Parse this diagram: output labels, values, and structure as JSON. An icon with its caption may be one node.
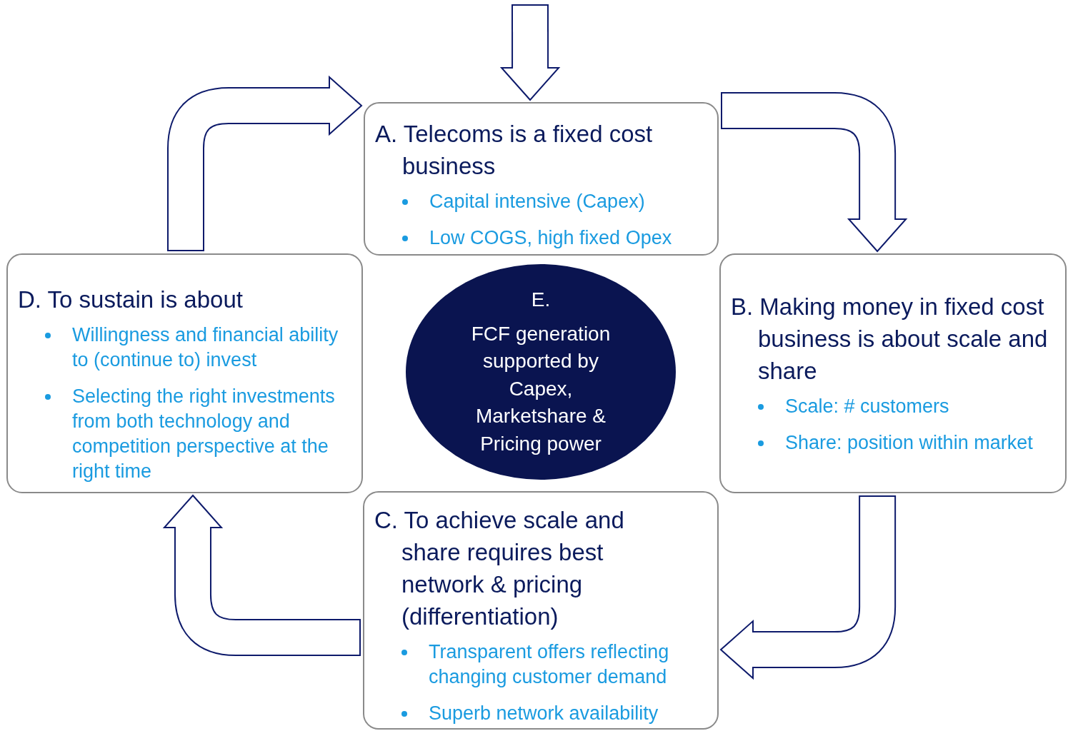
{
  "diagram": {
    "nodes": [
      {
        "text": [
          "A. Telecoms is a fixed cost business",
          "Capital intensive (Capex)",
          "Low COGS, high fixed Opex"
        ]
      },
      {
        "text": [
          "B. Making money in fixed cost business is about scale and share",
          "Scale: # customers",
          "Share: position within market"
        ]
      },
      {
        "text": [
          "C. To achieve scale and share requires best network & pricing (differentiation)",
          "Transparent offers reflecting changing customer demand",
          "Superb network availability"
        ]
      },
      {
        "text": [
          "D. To sustain is about",
          "Willingness and financial ability to (continue to) invest",
          "Selecting the right investments from both technology and competition perspective at the right time"
        ]
      },
      {
        "text": [
          "E.",
          "FCF generation supported by Capex, Marketshare & Pricing power"
        ]
      }
    ],
    "edges": [
      {
        "from": null,
        "to": 0,
        "arrow": "to"
      },
      {
        "from": 0,
        "to": 1,
        "arrow": "to"
      },
      {
        "from": 1,
        "to": 2,
        "arrow": "to"
      },
      {
        "from": 2,
        "to": 3,
        "arrow": "to"
      },
      {
        "from": 3,
        "to": 0,
        "arrow": "to"
      }
    ]
  }
}
